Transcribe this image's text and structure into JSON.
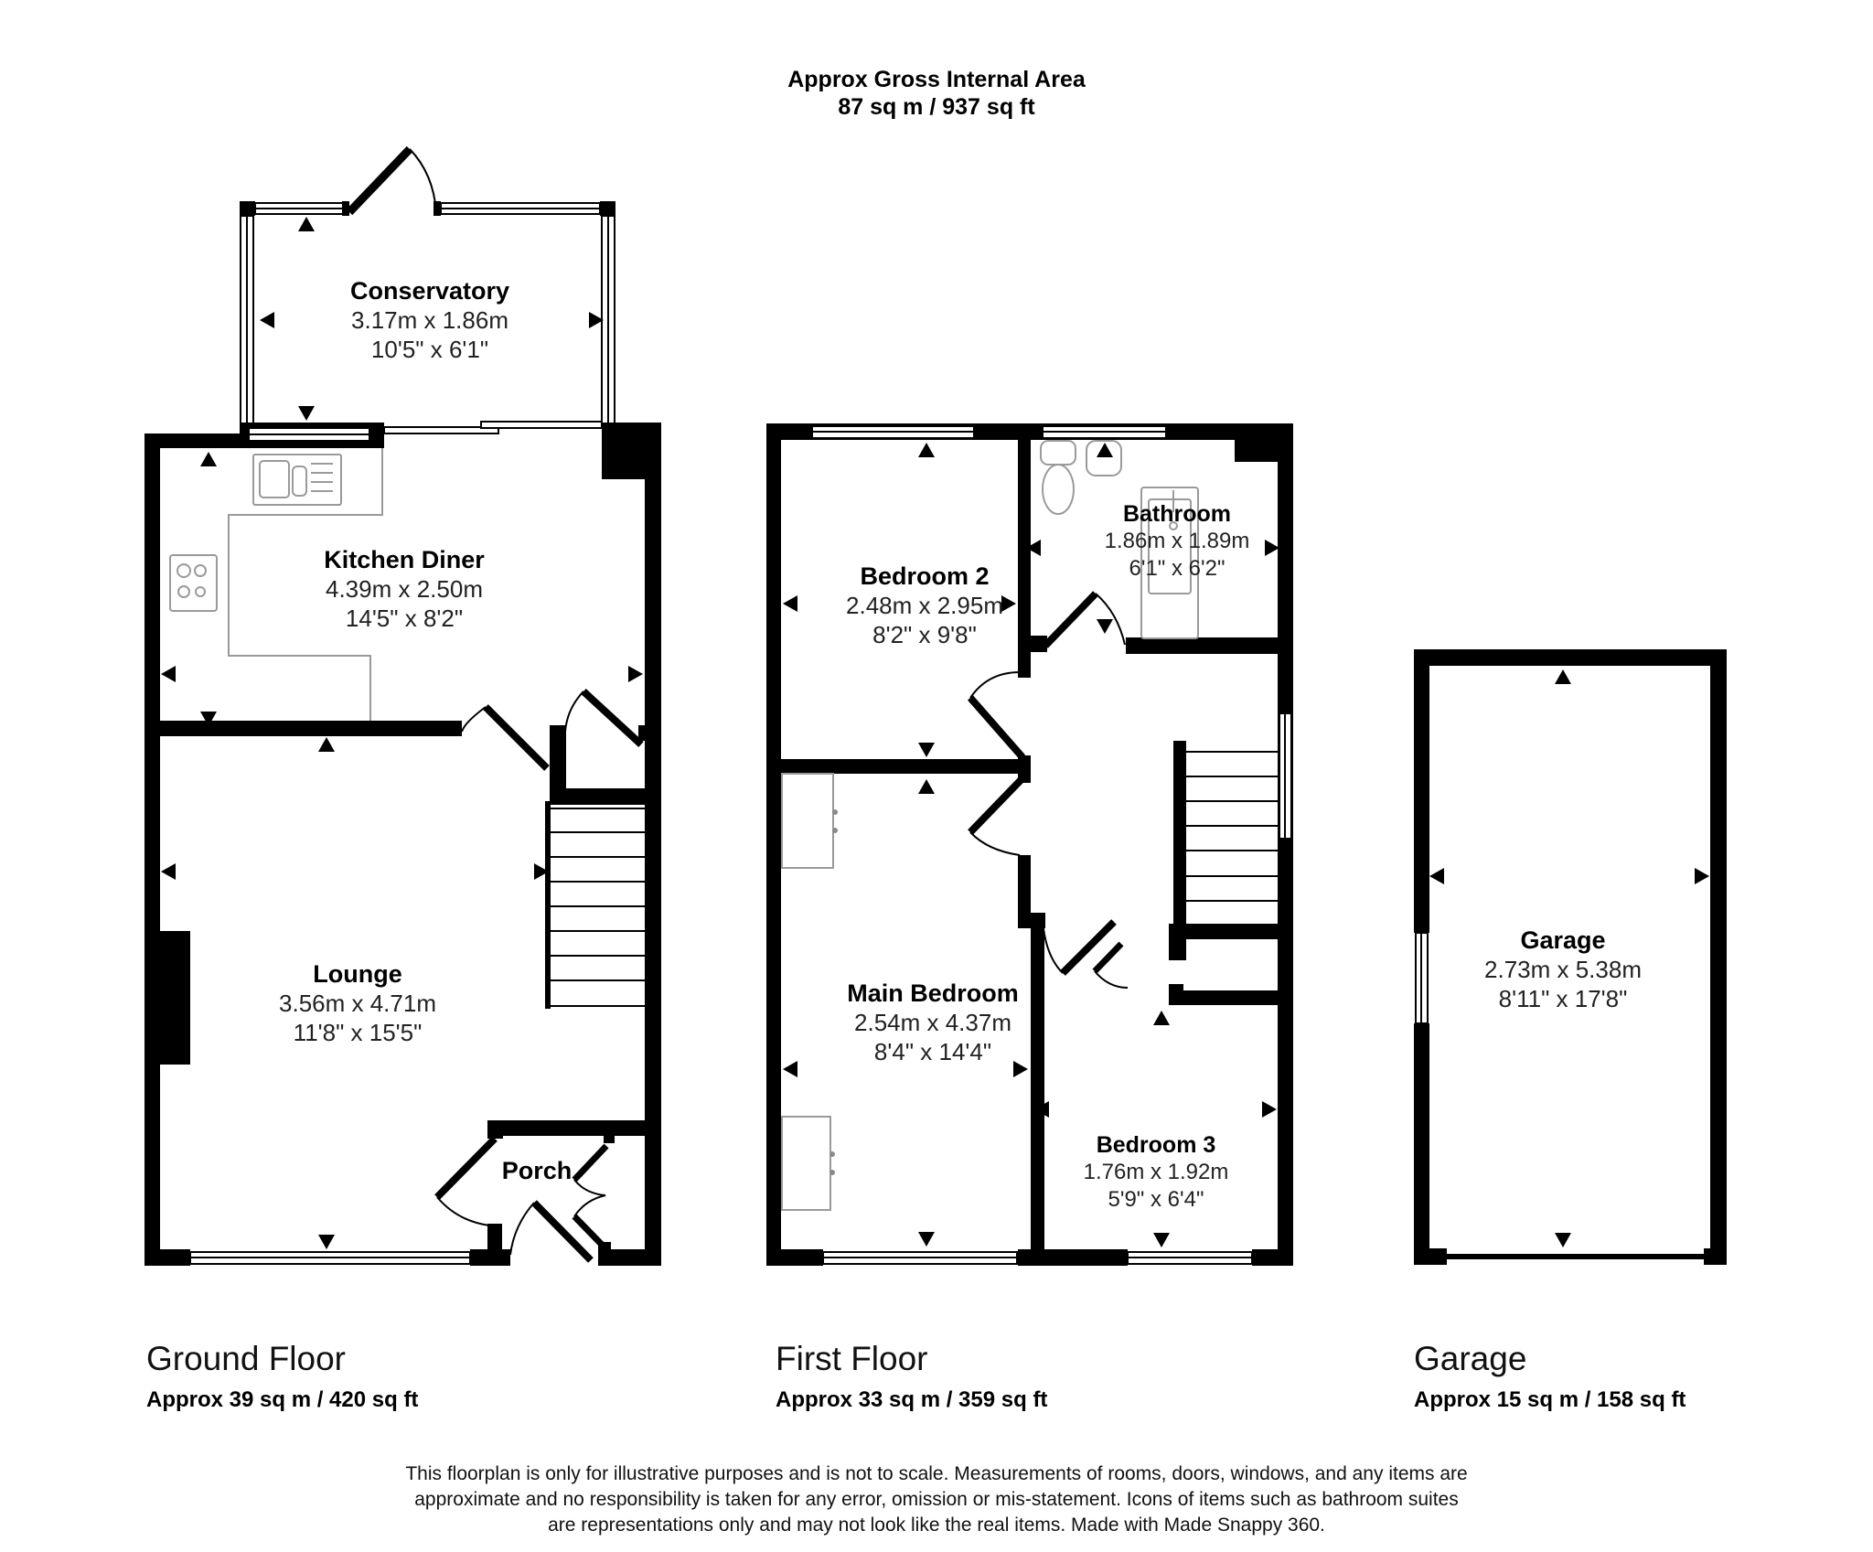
{
  "header": {
    "title_line1": "Approx Gross Internal Area",
    "title_line2": "87 sq m / 937 sq ft"
  },
  "floors": [
    {
      "name": "Ground Floor",
      "area": "Approx 39 sq m / 420 sq ft",
      "rooms": [
        {
          "name": "Conservatory",
          "metric": "3.17m x 1.86m",
          "imperial": "10'5\" x 6'1\""
        },
        {
          "name": "Kitchen Diner",
          "metric": "4.39m x 2.50m",
          "imperial": "14'5\" x 8'2\""
        },
        {
          "name": "Lounge",
          "metric": "3.56m x 4.71m",
          "imperial": "11'8\" x 15'5\""
        },
        {
          "name": "Porch"
        }
      ]
    },
    {
      "name": "First Floor",
      "area": "Approx 33 sq m / 359 sq ft",
      "rooms": [
        {
          "name": "Bedroom 2",
          "metric": "2.48m x 2.95m",
          "imperial": "8'2\" x 9'8\""
        },
        {
          "name": "Bathroom",
          "metric": "1.86m x 1.89m",
          "imperial": "6'1\" x 6'2\""
        },
        {
          "name": "Main Bedroom",
          "metric": "2.54m x 4.37m",
          "imperial": "8'4\" x 14'4\""
        },
        {
          "name": "Bedroom 3",
          "metric": "1.76m x 1.92m",
          "imperial": "5'9\" x 6'4\""
        }
      ]
    },
    {
      "name": "Garage",
      "area": "Approx 15 sq m / 158 sq ft",
      "rooms": [
        {
          "name": "Garage",
          "metric": "2.73m x 5.38m",
          "imperial": "8'11\" x 17'8\""
        }
      ]
    }
  ],
  "disclaimer": {
    "line1": "This floorplan is only for illustrative purposes and is not to scale. Measurements of rooms, doors, windows, and any items are",
    "line2": "approximate and no responsibility is taken for any error, omission or mis-statement. Icons of items such as bathroom suites",
    "line3": "are representations only and may not look like the real items. Made with Made Snappy 360."
  },
  "colors": {
    "wall": "#000000",
    "fixture_outline": "#9a9a9a",
    "background": "#ffffff"
  }
}
